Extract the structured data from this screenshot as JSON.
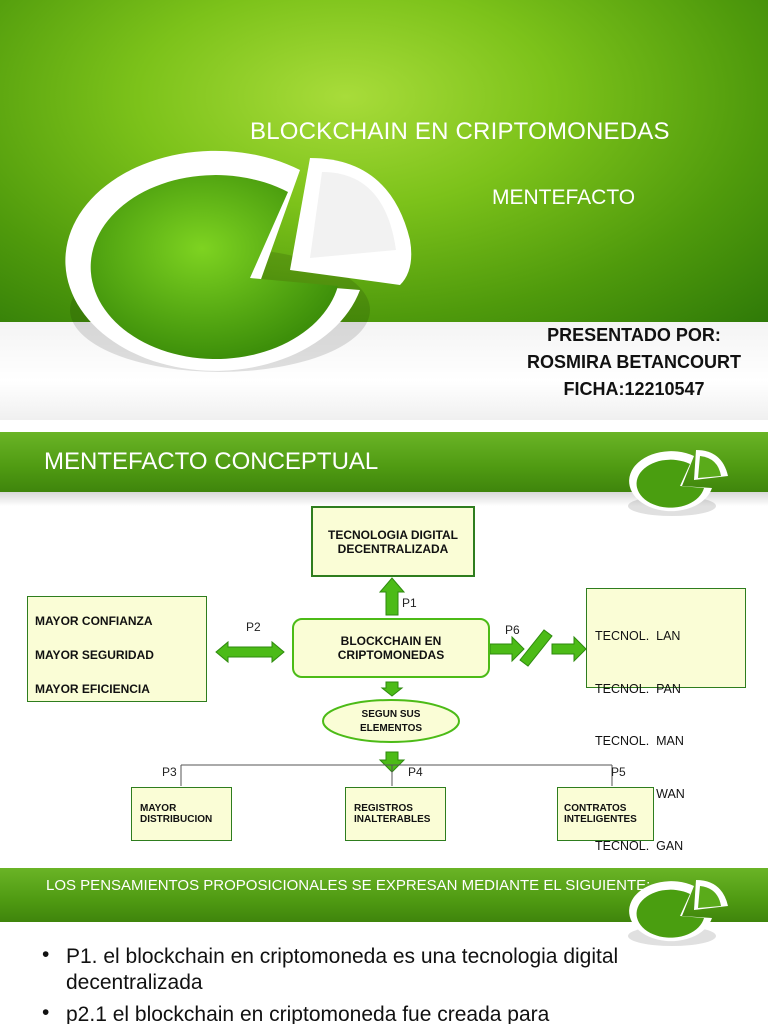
{
  "slide1": {
    "title": "BLOCKCHAIN EN CRIPTOMONEDAS",
    "subtitle": "MENTEFACTO",
    "presenter_lines": [
      "PRESENTADO POR:",
      "ROSMIRA BETANCOURT",
      "FICHA:12210547"
    ]
  },
  "slide2": {
    "title": "MENTEFACTO CONCEPTUAL",
    "top_box": [
      "TECNOLOGIA DIGITAL",
      "DECENTRALIZADA"
    ],
    "center_box": [
      "BLOCKCHAIN EN",
      "CRIPTOMONEDAS"
    ],
    "left_box": [
      "MAYOR CONFIANZA",
      "MAYOR SEGURIDAD",
      "MAYOR EFICIENCIA"
    ],
    "right_box": [
      "TECNOL.  LAN",
      "TECNOL.  PAN",
      "TECNOL.  MAN",
      "TECNOL.  WAN",
      "TECNOL.  GAN"
    ],
    "ellipse": [
      "SEGUN SUS",
      "ELEMENTOS"
    ],
    "bottom_boxes": [
      [
        "MAYOR",
        "DISTRIBUCION"
      ],
      [
        "REGISTROS",
        "INALTERABLES"
      ],
      [
        "CONTRATOS",
        "INTELIGENTES"
      ]
    ],
    "labels": {
      "p1": "P1",
      "p2": "P2",
      "p3": "P3",
      "p4": "P4",
      "p5": "P5",
      "p6": "P6"
    }
  },
  "slide3": {
    "title": "LOS PENSAMIENTOS PROPOSICIONALES SE EXPRESAN MEDIANTE EL SIGUIENTE:",
    "bullets": [
      "P1. el blockchain en criptomoneda es una tecnologia digital decentralizada",
      "p2.1 el blockchain en criptomoneda fue creada para"
    ]
  },
  "colors": {
    "green_dark": "#3f850c",
    "green_light": "#7cc21a",
    "box_fill": "#fafdd6",
    "arrow": "#4cbb17"
  }
}
